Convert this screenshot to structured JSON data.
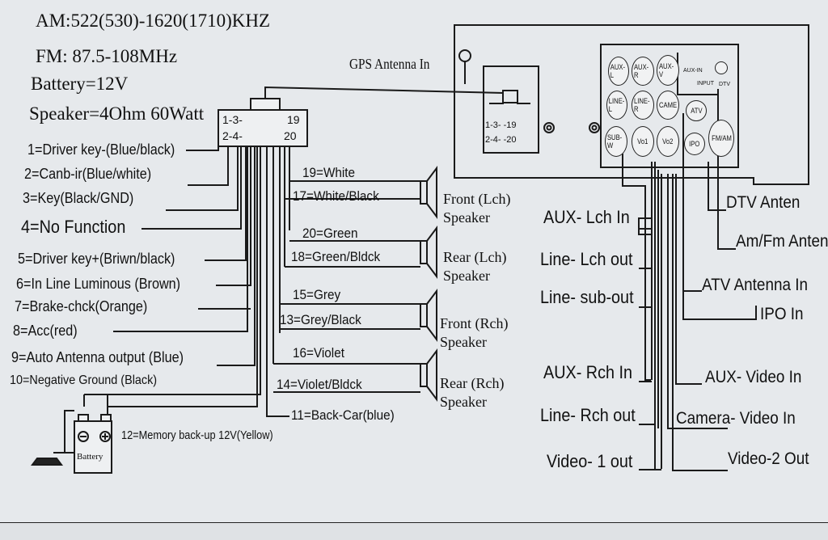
{
  "specs": {
    "am": "AM:522(530)-1620(1710)KHZ",
    "fm": "FM: 87.5-108MHz",
    "battery": "Battery=12V",
    "speaker": "Speaker=4Ohm 60Watt"
  },
  "connector": {
    "row1_left": "1-3-",
    "row1_right": "19",
    "row2_left": "2-4-",
    "row2_right": "20"
  },
  "socket": {
    "row1": "1-3-  -19",
    "row2": "2-4-  -20"
  },
  "gps_label": "GPS Antenna In",
  "left_pins": [
    "1=Driver key-(Blue/black)",
    "2=Canb-ir(Blue/white)",
    "3=Key(Black/GND)",
    "4=No Function",
    "5=Driver key+(Briwn/black)",
    "6=In Line Luminous (Brown)",
    "7=Brake-chck(Orange)",
    "8=Acc(red)",
    "9=Auto Antenna output (Blue)",
    "10=Negative Ground (Black)"
  ],
  "battery_label": "Battery",
  "memory_label": "12=Memory back-up 12V(Yellow)",
  "back_car": "11=Back-Car(blue)",
  "speaker_wires": {
    "w19": "19=White",
    "w17": "17=White/Black",
    "w20": "20=Green",
    "w18": "18=Green/Bldck",
    "w15": "15=Grey",
    "w13": "13=Grey/Black",
    "w16": "16=Violet",
    "w14": "14=Violet/Bldck"
  },
  "speakers": [
    {
      "line1": "Front (Lch)",
      "line2": "Speaker"
    },
    {
      "line1": "Rear (Lch)",
      "line2": "Speaker"
    },
    {
      "line1": "Front (Rch)",
      "line2": "Speaker"
    },
    {
      "line1": "Rear (Rch)",
      "line2": "Speaker"
    }
  ],
  "mid_io": {
    "aux_lch": "AUX- Lch In",
    "line_lch": "Line- Lch out",
    "line_sub": "Line- sub-out",
    "aux_rch": "AUX- Rch In",
    "line_rch": "Line- Rch out",
    "video1": "Video- 1 out"
  },
  "right_io": {
    "dtv": "DTV Anten",
    "amfm": "Am/Fm Anten",
    "atv": "ATV Antenna In",
    "ipo": "IPO  In",
    "aux_video": "AUX- Video In",
    "camera": "Camera- Video In",
    "video2": "Video-2 Out"
  },
  "jacks": {
    "row1": [
      "AUX-L",
      "AUX-R",
      "AUX-V"
    ],
    "row2": [
      "LINE-L",
      "LINE-R",
      "CAME"
    ],
    "row3": [
      "SUB-W",
      "Vo1",
      "Vo2"
    ],
    "atv": "ATV",
    "ipo": "IPO",
    "fmam": "FM/AM",
    "auxin_top": "AUX-IN",
    "auxin_bottom": "INPUT",
    "dtv": "DTV"
  }
}
